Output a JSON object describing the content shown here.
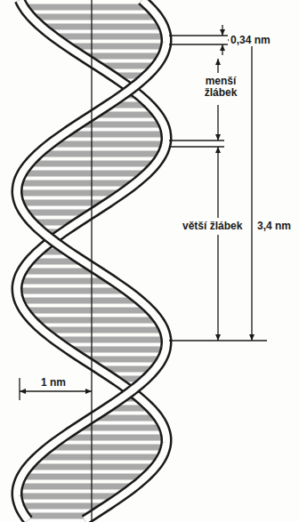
{
  "diagram": {
    "labels": [
      "0,34 nm",
      "menší žlábek",
      "větší žlábek",
      "3,4 nm",
      "1 nm"
    ]
  }
}
